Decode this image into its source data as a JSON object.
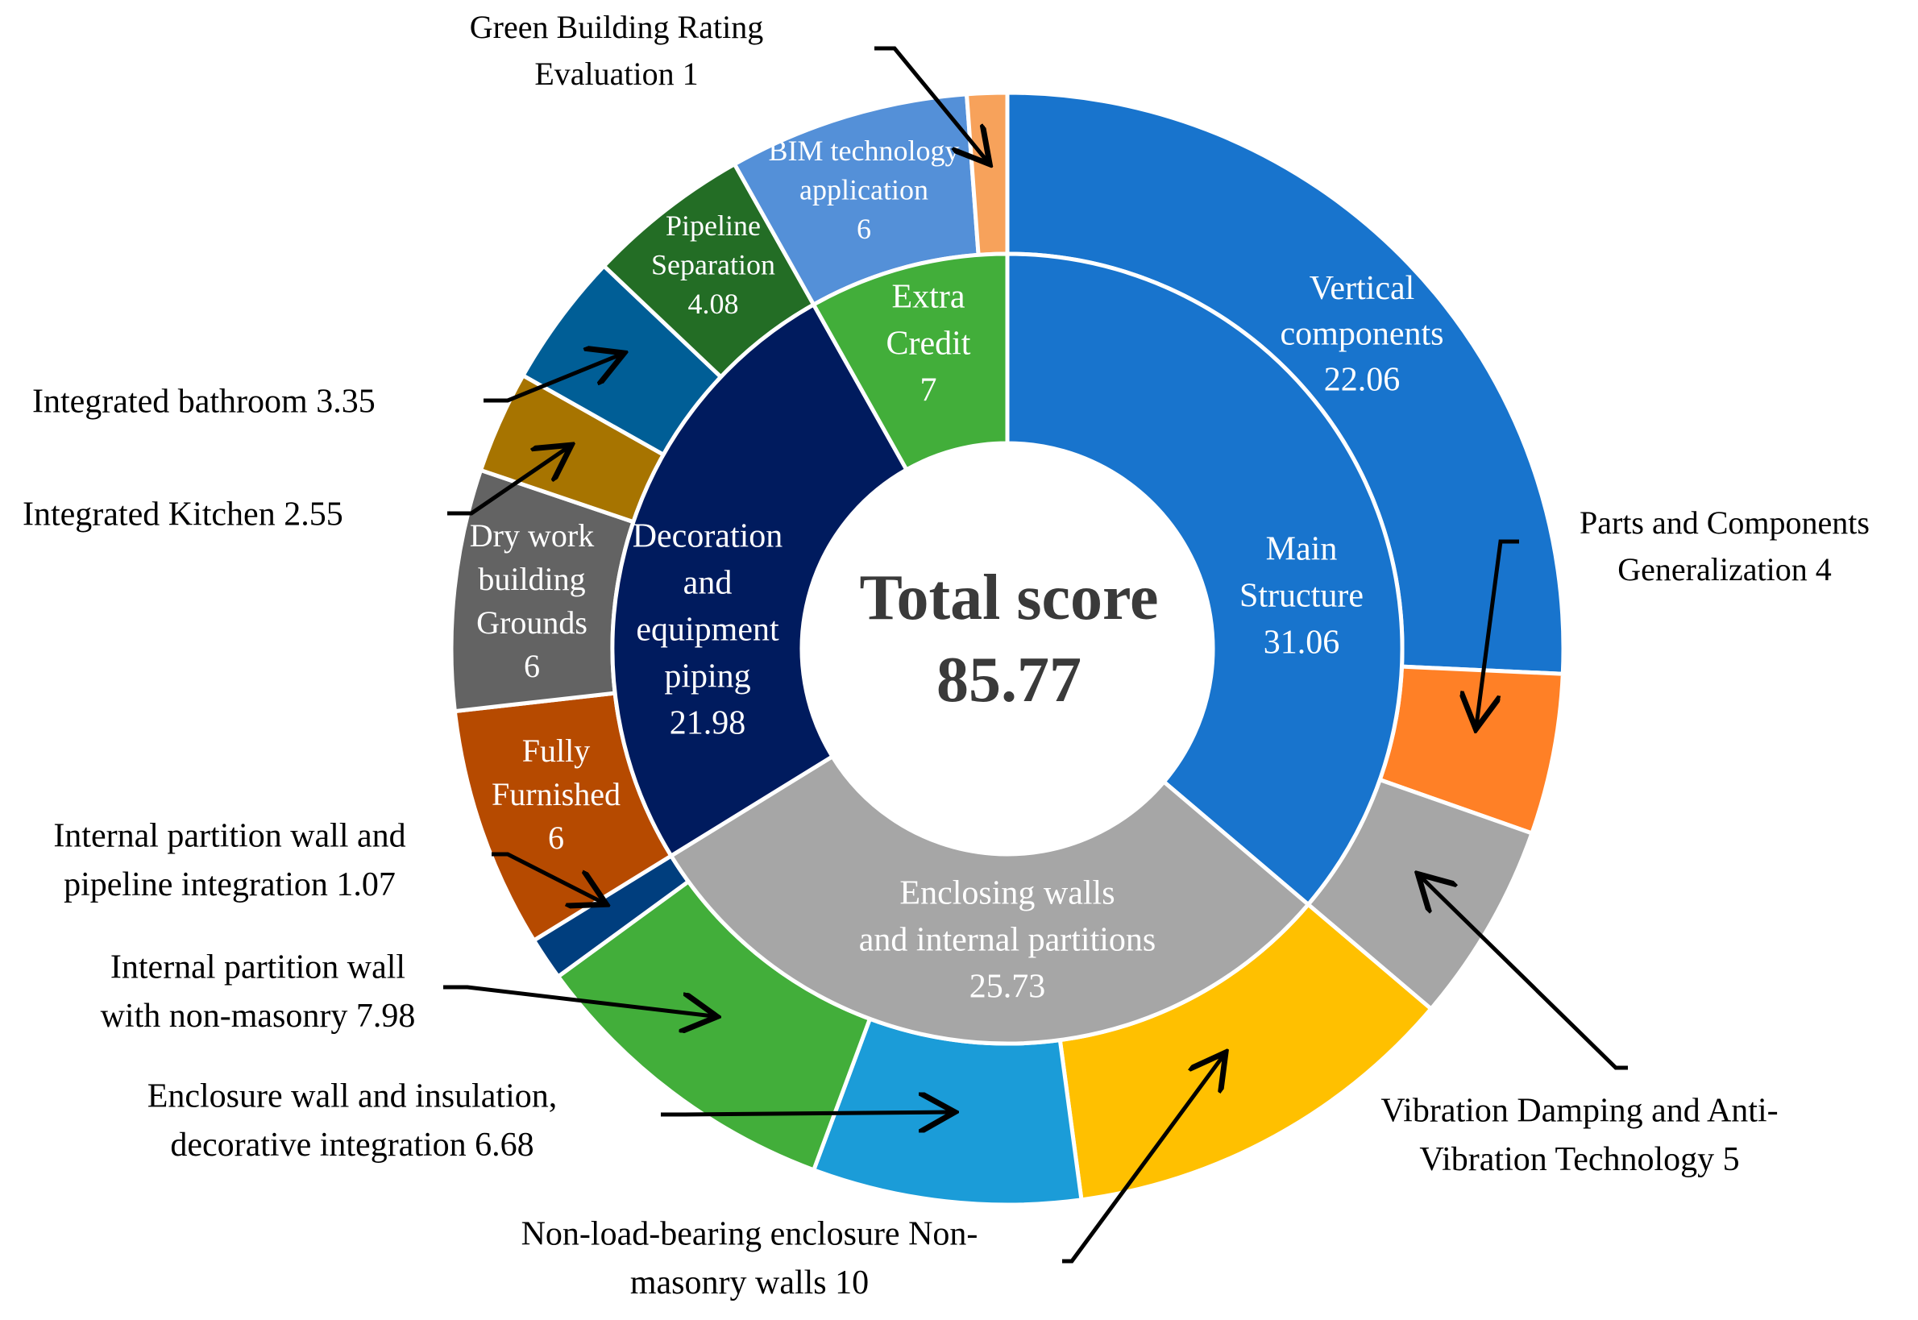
{
  "chart_data": {
    "type": "pie",
    "center": {
      "title": "Total score",
      "value": "85.77"
    },
    "inner_ring": [
      {
        "label": "Main Structure",
        "value": 31.06,
        "color": "#1874CD",
        "lines": [
          "Main",
          "Structure",
          "31.06"
        ]
      },
      {
        "label": "Enclosing walls and internal partitions",
        "value": 25.73,
        "color": "#A6A6A6",
        "lines": [
          "Enclosing walls",
          "and internal partitions",
          "25.73"
        ]
      },
      {
        "label": "Decoration and equipment piping",
        "value": 21.98,
        "color": "#001B5E",
        "lines": [
          "Decoration",
          "and",
          "equipment",
          "piping",
          "21.98"
        ]
      },
      {
        "label": "Extra Credit",
        "value": 7,
        "color": "#42AE3A",
        "lines": [
          "Extra",
          "Credit",
          "7"
        ]
      }
    ],
    "outer_ring": [
      {
        "label": "Vertical components",
        "value": 22.06,
        "color": "#1874CD",
        "lines": [
          "Vertical",
          "components",
          "22.06"
        ]
      },
      {
        "label": "Parts and Components Generalization",
        "value": 4,
        "color": "#FF8026"
      },
      {
        "label": "Vibration Damping and Anti-Vibration Technology",
        "value": 5,
        "color": "#A6A6A6"
      },
      {
        "label": "Non-load-bearing enclosure Non-masonry walls",
        "value": 10,
        "color": "#FFC000"
      },
      {
        "label": "Enclosure wall and insulation, decorative integration",
        "value": 6.68,
        "color": "#1B9CD8"
      },
      {
        "label": "Internal partition wall with non-masonry",
        "value": 7.98,
        "color": "#42AE3A"
      },
      {
        "label": "Internal partition wall and pipeline integration",
        "value": 1.07,
        "color": "#003E7E"
      },
      {
        "label": "Fully Furnished",
        "value": 6,
        "color": "#B64A00",
        "lines": [
          "Fully",
          "Furnished",
          "6"
        ]
      },
      {
        "label": "Dry work building Grounds",
        "value": 6,
        "color": "#636363",
        "lines": [
          "Dry work",
          "building",
          "Grounds",
          "6"
        ]
      },
      {
        "label": "Integrated Kitchen",
        "value": 2.55,
        "color": "#A77400"
      },
      {
        "label": "Integrated bathroom",
        "value": 3.35,
        "color": "#005E96"
      },
      {
        "label": "Pipeline Separation",
        "value": 4.08,
        "color": "#236D25",
        "lines": [
          "Pipeline",
          "Separation",
          "4.08"
        ]
      },
      {
        "label": "BIM technology application",
        "value": 6,
        "color": "#5490D8",
        "lines": [
          "BIM technology",
          "application",
          "6"
        ]
      },
      {
        "label": "Green Building Rating Evaluation",
        "value": 1,
        "color": "#F7A25B"
      }
    ],
    "callouts": [
      {
        "lines": [
          "Green Building Rating",
          "Evaluation  1"
        ]
      },
      {
        "lines": [
          "Integrated bathroom 3.35"
        ]
      },
      {
        "lines": [
          "Integrated Kitchen 2.55"
        ]
      },
      {
        "lines": [
          "Parts and Components",
          "Generalization  4"
        ]
      },
      {
        "lines": [
          "Internal partition wall and",
          "pipeline integration  1.07"
        ]
      },
      {
        "lines": [
          "Internal partition wall",
          "with non-masonry  7.98"
        ]
      },
      {
        "lines": [
          "Enclosure wall and insulation,",
          "decorative integration 6.68"
        ]
      },
      {
        "lines": [
          "Vibration Damping and Anti-",
          "Vibration Technology  5"
        ]
      },
      {
        "lines": [
          "Non-load-bearing enclosure Non-",
          "masonry walls 10"
        ]
      }
    ]
  }
}
